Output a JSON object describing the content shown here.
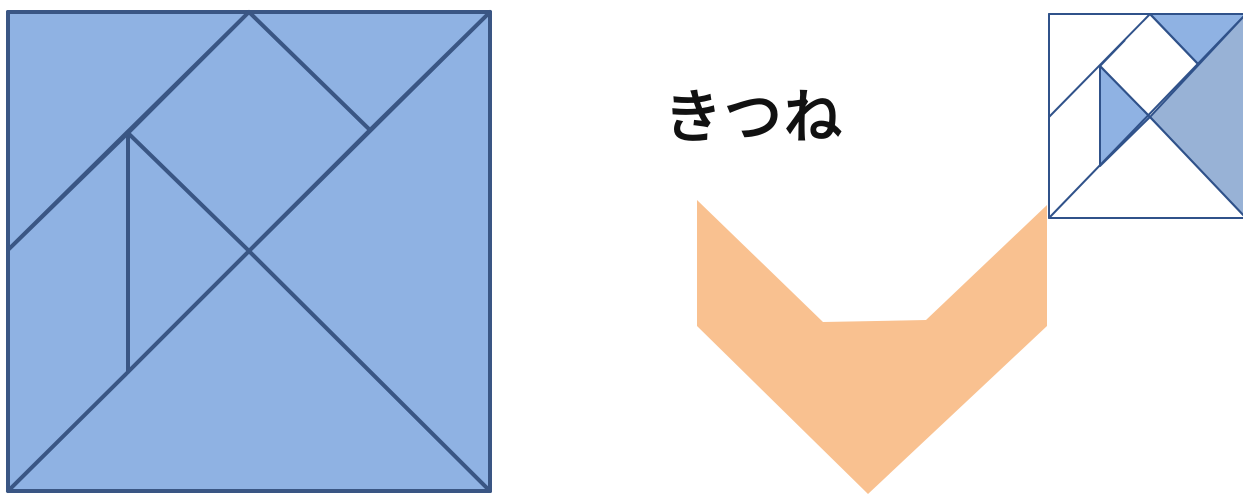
{
  "title": "きつね",
  "colors": {
    "piece_fill": "#8fb2e3",
    "piece_stroke": "#3a5684",
    "shape_fill": "#f9c190",
    "hint_fill_light": "#8fb2e3",
    "hint_fill_dark": "#98b2d6",
    "hint_fill_white": "#ffffff",
    "hint_stroke": "#30528a",
    "background": "#ffffff"
  },
  "pieces": [
    "large-triangle-bottom",
    "large-triangle-right",
    "medium-triangle-top-left",
    "square",
    "small-triangle-top-right",
    "parallelogram-left",
    "small-triangle-middle"
  ]
}
